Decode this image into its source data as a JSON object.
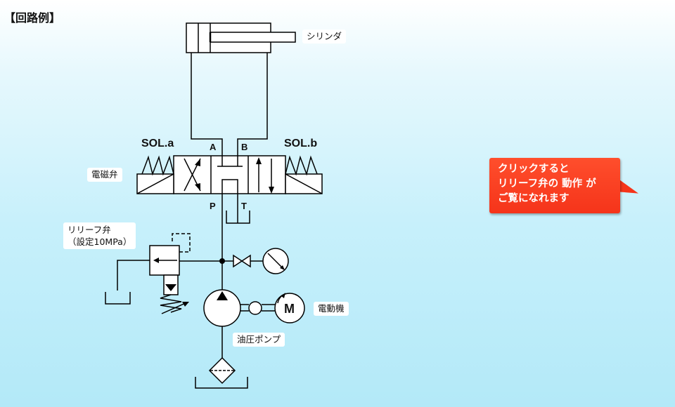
{
  "title": "【回路例】",
  "labels": {
    "cylinder": "シリンダ",
    "solenoid_valve": "電磁弁",
    "sol_a": "SOL.a",
    "sol_b": "SOL.b",
    "port_a": "A",
    "port_b": "B",
    "port_p": "P",
    "port_t": "T",
    "relief_valve_line1": "リリーフ弁",
    "relief_valve_line2": "（設定10MPa）",
    "motor": "電動機",
    "motor_symbol": "M",
    "pump": "油圧ポンプ"
  },
  "callout": {
    "line1": "クリックすると",
    "line2": "リリーフ弁の 動作 が",
    "line3": "ご覧になれます"
  }
}
